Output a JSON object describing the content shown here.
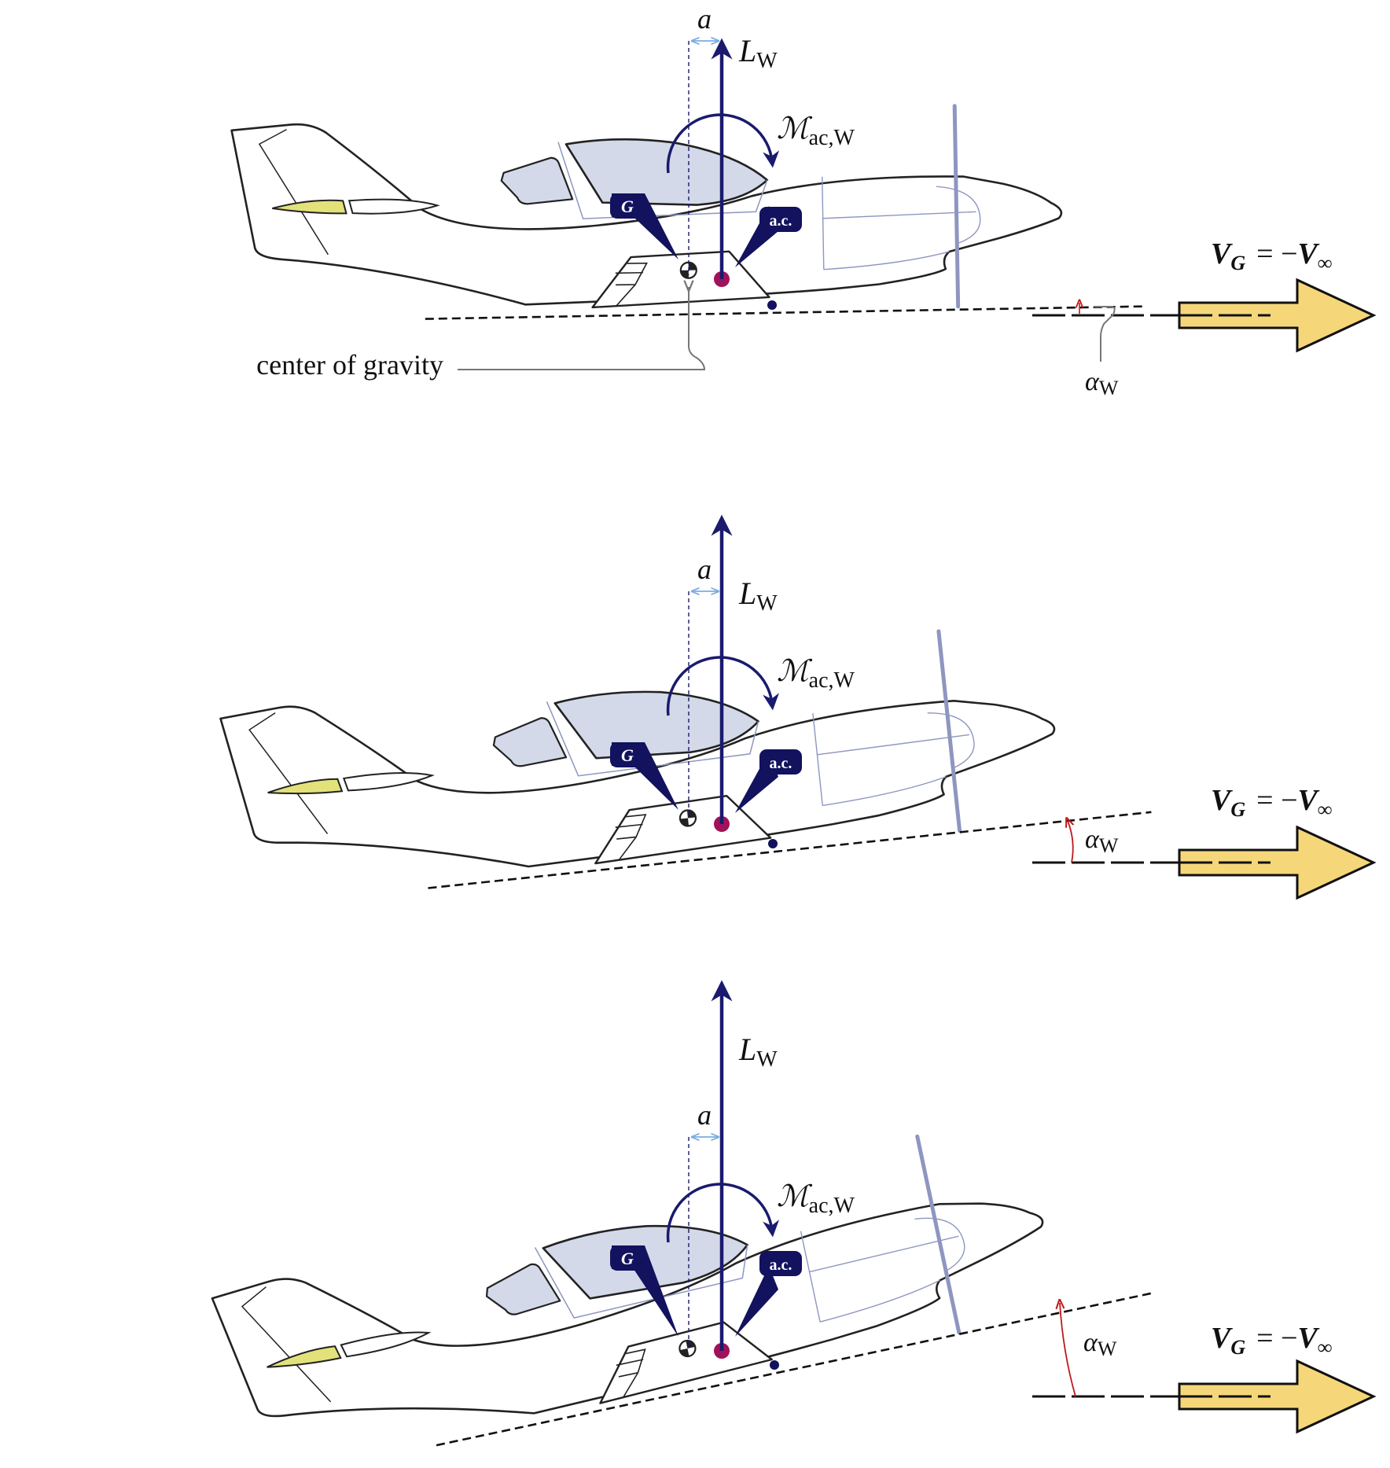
{
  "labels": {
    "lift_symbol": "L",
    "lift_subscript": "W",
    "offset_symbol": "a",
    "moment_symbol": "ℳ",
    "moment_subscript": "ac,W",
    "gravity_badge": "G",
    "ac_badge": "a.c.",
    "center_of_gravity": "center of gravity",
    "alpha_symbol": "α",
    "alpha_subscript": "W",
    "velocity_lhs": "V",
    "velocity_lhs_sub": "G",
    "velocity_equals": "= −",
    "velocity_rhs": "V",
    "velocity_rhs_sub": "∞"
  },
  "colors": {
    "force_arrow": "#1a1a6e",
    "badge": "#12125e",
    "ac_point": "#a0125a",
    "canopy": "#d3d9e8",
    "tail_yellow": "#e3e27a",
    "velocity_arrow": "#f5d77a",
    "propeller": "#8e96c0",
    "angle_arc": "#c01818",
    "offset_dim": "#7aaee0"
  },
  "panels": [
    {
      "name": "small-angle",
      "pitch_deg": 1,
      "alpha_arc": "tiny"
    },
    {
      "name": "medium-angle",
      "pitch_deg": 8,
      "alpha_arc": "medium"
    },
    {
      "name": "large-angle",
      "pitch_deg": 15,
      "alpha_arc": "large"
    }
  ]
}
